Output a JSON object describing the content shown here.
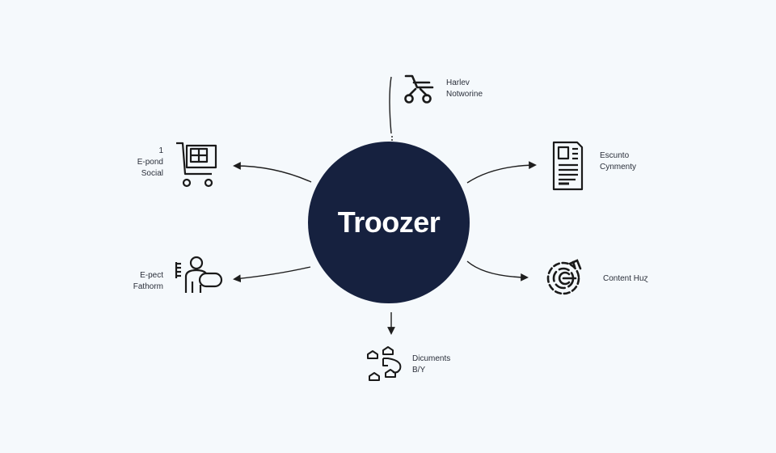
{
  "colors": {
    "background": "#f5f9fc",
    "hub_fill": "#16213f",
    "hub_text": "#ffffff",
    "line": "#1e1e1e",
    "icon_stroke": "#1a1a1a",
    "label_text": "#2a2f3a"
  },
  "hub": {
    "label": "Troozer"
  },
  "nodes": [
    {
      "id": "top",
      "icon": "stroller-cart-icon",
      "lines": [
        "Harlev",
        "Notworine"
      ]
    },
    {
      "id": "upper-left",
      "icon": "shopping-cart-icon",
      "lines": [
        "1",
        "E-pond",
        "Social"
      ]
    },
    {
      "id": "upper-right",
      "icon": "document-icon",
      "lines": [
        "Escunto",
        "Cynmenty"
      ]
    },
    {
      "id": "lower-left",
      "icon": "person-with-case-icon",
      "lines": [
        "E-pect",
        "Fathorm"
      ]
    },
    {
      "id": "lower-right",
      "icon": "content-hub-dial-icon",
      "lines": [
        "Content Huɀ"
      ]
    },
    {
      "id": "bottom",
      "icon": "connected-houses-icon",
      "lines": [
        "Dicuments",
        "B/Y"
      ]
    }
  ]
}
